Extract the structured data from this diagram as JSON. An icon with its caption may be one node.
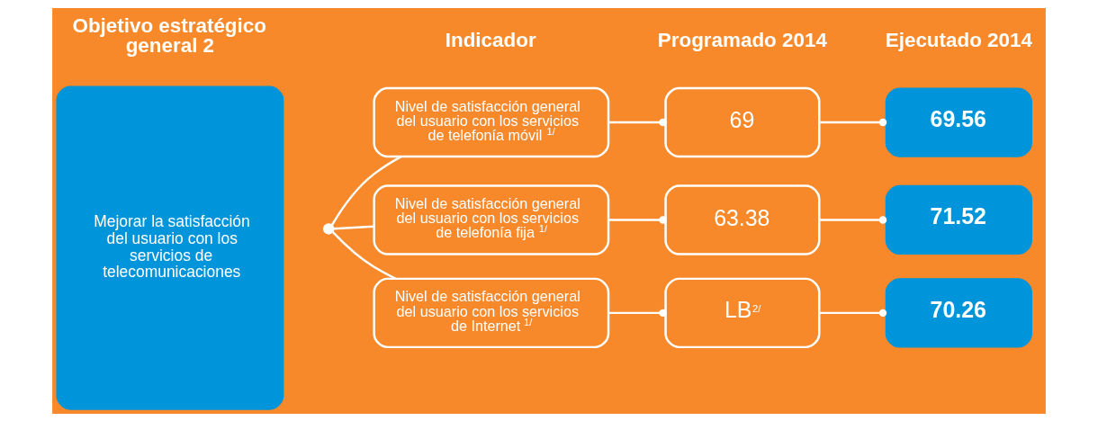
{
  "diagram": {
    "nodes": [
      {
        "text": [
          "Mejorar la satisfacción del usuario con los servicios de telecomunicaciones"
        ]
      },
      {
        "text": [],
        "shape": "circle"
      },
      {
        "text": [
          "Nivel de satisfacción general del usuario con los servicios de telefonía móvil$^{1/}$"
        ]
      },
      {
        "text": [
          "Nivel de satisfacción general del usuario con los servicios de telefonía fija$^{1/}$"
        ]
      },
      {
        "text": [
          "Nivel de satisfacción general del usuario con los servicios de Internet$^{1/}$"
        ]
      },
      {
        "text": [
          "69"
        ]
      },
      {
        "text": [
          "63.38"
        ]
      },
      {
        "text": [
          "LB$^{2/}$"
        ]
      },
      {
        "text": [
          "69.56"
        ]
      },
      {
        "text": [
          "71.52"
        ]
      },
      {
        "text": [
          "70.26"
        ]
      }
    ],
    "edges": [
      {
        "from": 1,
        "to": 2,
        "arrow": "none"
      },
      {
        "from": 1,
        "to": 3,
        "arrow": "none"
      },
      {
        "from": 1,
        "to": 4,
        "arrow": "none"
      },
      {
        "from": 2,
        "to": 5,
        "arrow": "other"
      },
      {
        "from": 3,
        "to": 6,
        "arrow": "other"
      },
      {
        "from": 4,
        "to": 7,
        "arrow": "other"
      },
      {
        "from": 5,
        "to": 8,
        "arrow": "other"
      },
      {
        "from": 6,
        "to": 9,
        "arrow": "other"
      },
      {
        "from": 7,
        "to": 10,
        "arrow": "other"
      }
    ],
    "labels": [
      "Objetivo estratégico general 2",
      "Indicador",
      "Programado 2014",
      "Ejecutado 2014"
    ]
  }
}
